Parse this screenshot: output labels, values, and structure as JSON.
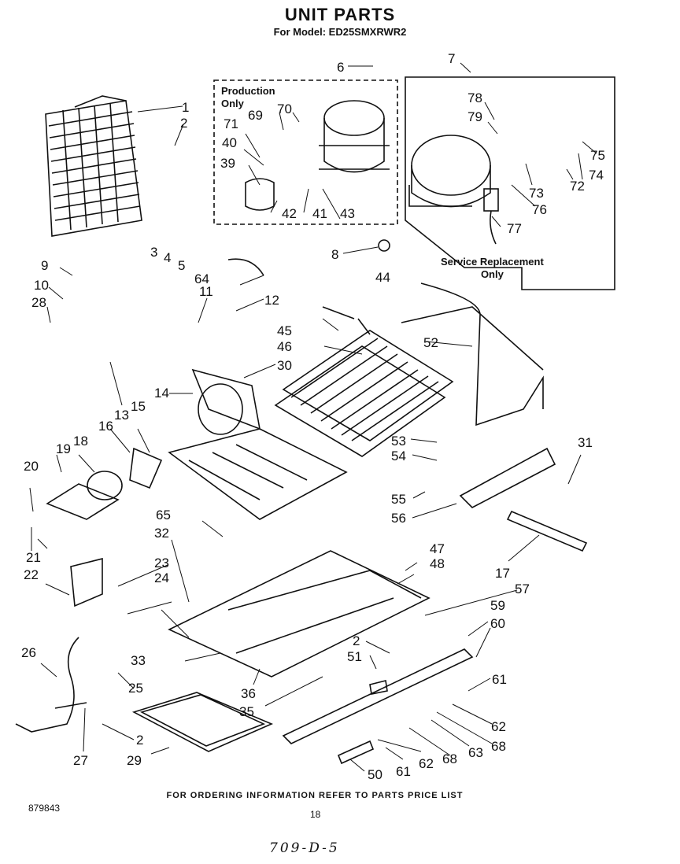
{
  "header": {
    "title": "UNIT PARTS",
    "subtitle": "For Model: ED25SMXRWR2"
  },
  "boxes": {
    "production": "Production\nOnly",
    "service": "Service Replacement\nOnly"
  },
  "footer": {
    "ordering": "FOR ORDERING INFORMATION REFER TO PARTS PRICE LIST",
    "doc_number": "879843",
    "page_number": "18",
    "handwritten": "709-D-5"
  },
  "callouts": [
    {
      "id": "1",
      "label": "1"
    },
    {
      "id": "2a",
      "label": "2"
    },
    {
      "id": "3",
      "label": "3"
    },
    {
      "id": "4",
      "label": "4"
    },
    {
      "id": "5",
      "label": "5"
    },
    {
      "id": "6",
      "label": "6"
    },
    {
      "id": "7",
      "label": "7"
    },
    {
      "id": "8",
      "label": "8"
    },
    {
      "id": "9",
      "label": "9"
    },
    {
      "id": "10",
      "label": "10"
    },
    {
      "id": "28",
      "label": "28"
    },
    {
      "id": "11",
      "label": "11"
    },
    {
      "id": "12",
      "label": "12"
    },
    {
      "id": "13",
      "label": "13"
    },
    {
      "id": "14",
      "label": "14"
    },
    {
      "id": "15",
      "label": "15"
    },
    {
      "id": "16",
      "label": "16"
    },
    {
      "id": "18",
      "label": "18"
    },
    {
      "id": "19",
      "label": "19"
    },
    {
      "id": "20",
      "label": "20"
    },
    {
      "id": "21",
      "label": "21"
    },
    {
      "id": "22",
      "label": "22"
    },
    {
      "id": "23",
      "label": "23"
    },
    {
      "id": "24",
      "label": "24"
    },
    {
      "id": "25",
      "label": "25"
    },
    {
      "id": "26",
      "label": "26"
    },
    {
      "id": "27",
      "label": "27"
    },
    {
      "id": "2b",
      "label": "2"
    },
    {
      "id": "29",
      "label": "29"
    },
    {
      "id": "30",
      "label": "30"
    },
    {
      "id": "31",
      "label": "31"
    },
    {
      "id": "32",
      "label": "32"
    },
    {
      "id": "33",
      "label": "33"
    },
    {
      "id": "35",
      "label": "35"
    },
    {
      "id": "36",
      "label": "36"
    },
    {
      "id": "39",
      "label": "39"
    },
    {
      "id": "40",
      "label": "40"
    },
    {
      "id": "41",
      "label": "41"
    },
    {
      "id": "42",
      "label": "42"
    },
    {
      "id": "43",
      "label": "43"
    },
    {
      "id": "44",
      "label": "44"
    },
    {
      "id": "45",
      "label": "45"
    },
    {
      "id": "46",
      "label": "46"
    },
    {
      "id": "47",
      "label": "47"
    },
    {
      "id": "48",
      "label": "48"
    },
    {
      "id": "50",
      "label": "50"
    },
    {
      "id": "51",
      "label": "51"
    },
    {
      "id": "2c",
      "label": "2"
    },
    {
      "id": "52",
      "label": "52"
    },
    {
      "id": "53",
      "label": "53"
    },
    {
      "id": "54",
      "label": "54"
    },
    {
      "id": "55",
      "label": "55"
    },
    {
      "id": "56",
      "label": "56"
    },
    {
      "id": "57",
      "label": "57"
    },
    {
      "id": "59",
      "label": "59"
    },
    {
      "id": "60",
      "label": "60"
    },
    {
      "id": "61a",
      "label": "61"
    },
    {
      "id": "62a",
      "label": "62"
    },
    {
      "id": "68a",
      "label": "68"
    },
    {
      "id": "63",
      "label": "63"
    },
    {
      "id": "61b",
      "label": "61"
    },
    {
      "id": "62b",
      "label": "62"
    },
    {
      "id": "68b",
      "label": "68"
    },
    {
      "id": "64",
      "label": "64"
    },
    {
      "id": "65",
      "label": "65"
    },
    {
      "id": "17",
      "label": "17"
    },
    {
      "id": "69",
      "label": "69"
    },
    {
      "id": "70",
      "label": "70"
    },
    {
      "id": "71",
      "label": "71"
    },
    {
      "id": "72",
      "label": "72"
    },
    {
      "id": "73",
      "label": "73"
    },
    {
      "id": "74",
      "label": "74"
    },
    {
      "id": "75",
      "label": "75"
    },
    {
      "id": "76",
      "label": "76"
    },
    {
      "id": "77",
      "label": "77"
    },
    {
      "id": "78",
      "label": "78"
    },
    {
      "id": "79",
      "label": "79"
    }
  ]
}
